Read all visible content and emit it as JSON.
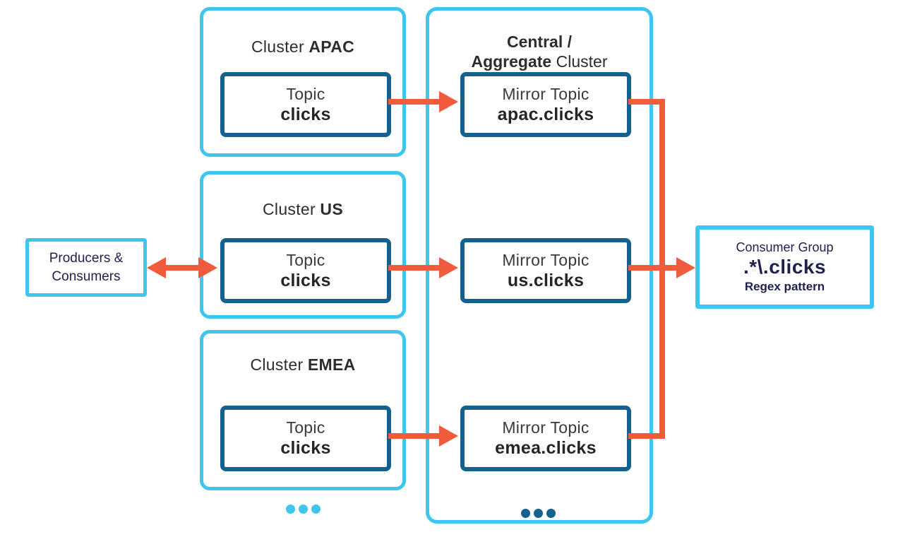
{
  "colors": {
    "cyan": "#3EC6EE",
    "dark_blue": "#15618D",
    "orange": "#F05C3B",
    "navy": "#21214E",
    "heading_text": "#2D2D2D"
  },
  "producers_box": {
    "line1": "Producers &",
    "line2": "Consumers"
  },
  "clusters": [
    {
      "label_regular": "Cluster",
      "label_bold": "APAC",
      "topic_label": "Topic",
      "topic_name": "clicks"
    },
    {
      "label_regular": "Cluster",
      "label_bold": "US",
      "topic_label": "Topic",
      "topic_name": "clicks"
    },
    {
      "label_regular": "Cluster",
      "label_bold": "EMEA",
      "topic_label": "Topic",
      "topic_name": "clicks"
    }
  ],
  "central_cluster": {
    "title_line1": "Central /",
    "title_line2_bold": "Aggregate",
    "title_line2_regular": "Cluster",
    "mirror_topics": [
      {
        "label": "Mirror Topic",
        "name": "apac.clicks"
      },
      {
        "label": "Mirror Topic",
        "name": "us.clicks"
      },
      {
        "label": "Mirror Topic",
        "name": "emea.clicks"
      }
    ]
  },
  "consumer_group": {
    "title": "Consumer Group",
    "pattern": ".*\\.clicks",
    "caption": "Regex pattern"
  },
  "icons": {
    "clusters_more": "ellipsis-icon",
    "central_more": "ellipsis-icon"
  }
}
